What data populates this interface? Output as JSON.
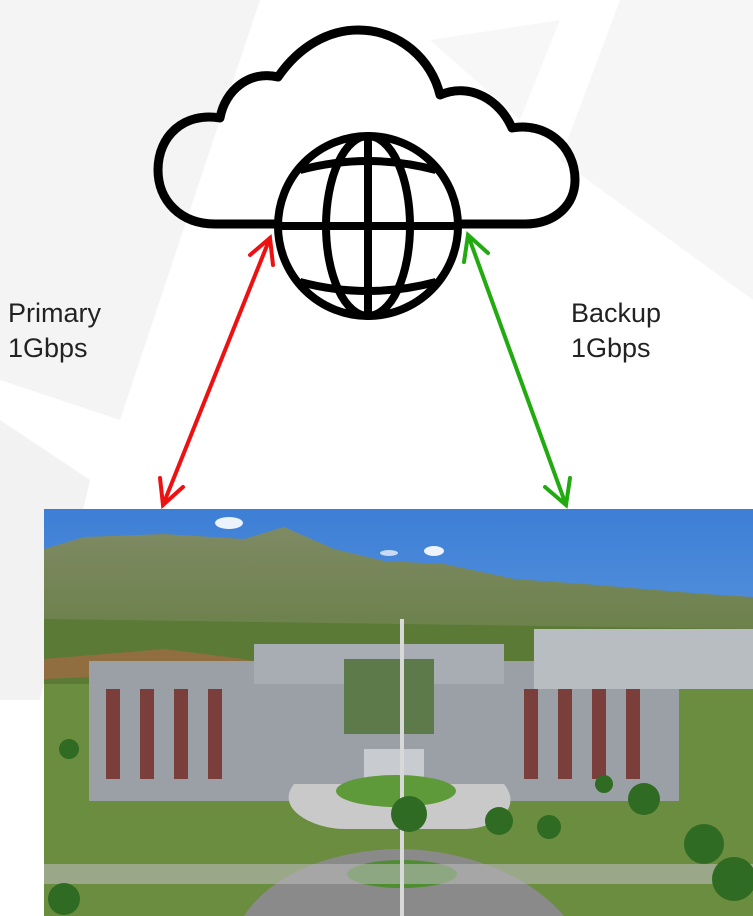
{
  "labels": {
    "primary": {
      "line1": "Primary",
      "line2": "1Gbps"
    },
    "backup": {
      "line1": "Backup",
      "line2": "1Gbps"
    }
  },
  "colors": {
    "primary_link": "#ee1111",
    "backup_link": "#22aa11",
    "icon_stroke": "#000000"
  },
  "icons": [
    "cloud-icon",
    "globe-icon"
  ],
  "image": {
    "subject": "campus-building-photo"
  }
}
